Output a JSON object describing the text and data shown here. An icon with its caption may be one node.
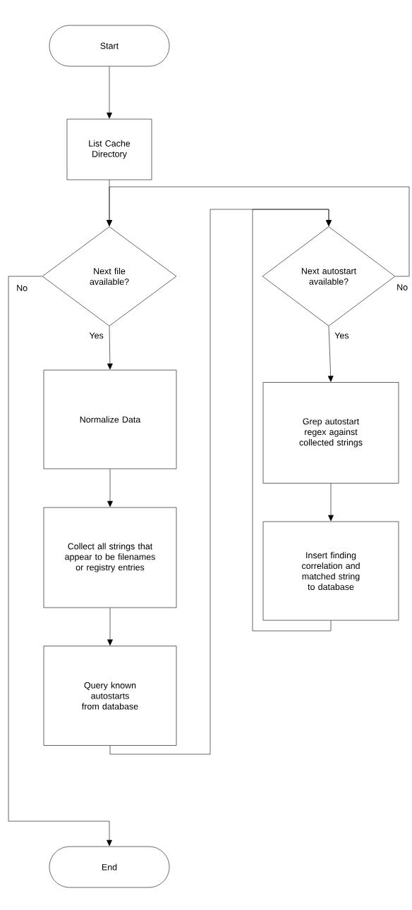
{
  "diagram": {
    "nodes": [
      {
        "text": [
          "Start"
        ]
      },
      {
        "text": [
          "List Cache Directory"
        ]
      },
      {
        "text": [
          "Next file available?"
        ]
      },
      {
        "text": [
          "Normalize Data"
        ]
      },
      {
        "text": [
          "Collect all strings that appear to be filenames or registry entries"
        ]
      },
      {
        "text": [
          "Query known autostarts from database"
        ]
      },
      {
        "text": [
          "Next autostart available?"
        ]
      },
      {
        "text": [
          "Grep autostart regex against collected strings"
        ]
      },
      {
        "text": [
          "Insert finding correlation and matched string to database"
        ]
      },
      {
        "text": [
          "End"
        ]
      }
    ],
    "edges": [
      {
        "from": 0,
        "to": 1,
        "arrow": "to"
      },
      {
        "from": 1,
        "to": 2,
        "arrow": "to"
      },
      {
        "from": 2,
        "to": 3,
        "arrow": "to",
        "label": "Yes"
      },
      {
        "from": 2,
        "to": 9,
        "arrow": "to",
        "label": "No"
      },
      {
        "from": 3,
        "to": 4,
        "arrow": "to"
      },
      {
        "from": 4,
        "to": 5,
        "arrow": "to"
      },
      {
        "from": 5,
        "to": 6,
        "arrow": "to"
      },
      {
        "from": 6,
        "to": 7,
        "arrow": "to",
        "label": "Yes"
      },
      {
        "from": 6,
        "to": 2,
        "arrow": "to",
        "label": "No"
      },
      {
        "from": 7,
        "to": 8,
        "arrow": "to"
      },
      {
        "from": 8,
        "to": 6,
        "arrow": "to"
      }
    ]
  }
}
